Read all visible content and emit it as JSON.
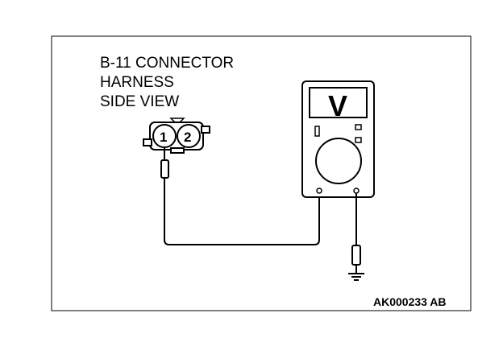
{
  "diagram": {
    "title_lines": [
      "B-11 CONNECTOR",
      "HARNESS",
      "SIDE VIEW"
    ],
    "pins": [
      "1",
      "2"
    ],
    "meter_unit": "V",
    "code": "AK000233 AB"
  }
}
